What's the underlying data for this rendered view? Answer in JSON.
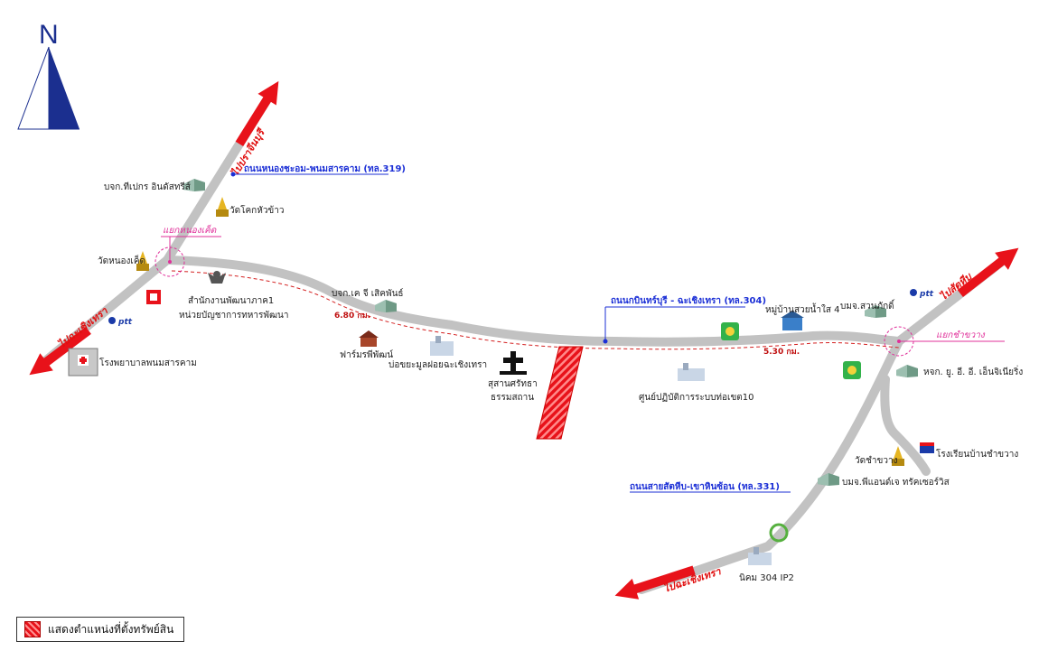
{
  "compass": {
    "letter": "N"
  },
  "roads": [
    {
      "id": "rt319",
      "name": "ถนนหนองชะอม-พนมสารคาม (ทล.319)"
    },
    {
      "id": "rt304",
      "name": "ถนนกบินทร์บุรี - ฉะเชิงเทรา (ทล.304)"
    },
    {
      "id": "rt331",
      "name": "ถนนสายสัตหีบ-เขาหินซ้อน (ทล.331)"
    }
  ],
  "directions": {
    "to_prachinburi": "ไปปราจีนบุรี",
    "to_chachoengsao_west": "ไปฉะเชิงเทรา",
    "to_sattahip": "ไปสัตหีบ",
    "to_chachoengsao_south": "ไปฉะเชิงเทรา"
  },
  "intersections": {
    "nong_ket": "แยกหนองเค็ด",
    "cha_khwang": "แยกชำขวาง"
  },
  "distances": {
    "west": "6.80 กม.",
    "east": "5.30 กม."
  },
  "ptt_label": "ptt",
  "places": {
    "tpk_industries": "บจก.ทีเปกร อินดัสทรีส์",
    "wat_khok_hua_khao": "วัดโคกหัวข้าว",
    "wat_nong_ket": "วัดหนองเค็ด",
    "office_line1": "สำนักงานพัฒนาภาค1",
    "office_line2": "หน่วยบัญชาการทหารพัฒนา",
    "hospital": "โรงพยาบาลพนมสารคาม",
    "kc_silk": "บจก.เค จี เสิคพันธ์",
    "farm": "ฟาร์มรพีพัฒน์",
    "landfill": "บ่อขยะมูลฝอยฉะเชิงเทรา",
    "cemetery_line1": "สุสานศรัทธา",
    "cemetery_line2": "ธรรมสถาน",
    "control_center": "ศูนย์ปฏิบัติการระบบท่อเขต10",
    "village": "หมู่บ้านสวยน้ำใส 4",
    "suanphak": "บมจ.สวนภักดิ์",
    "uee": "หจก. ยู. อี. อี. เอ็นจิเนียริ่ง",
    "school": "โรงเรียนบ้านชำขวาง",
    "wat_cha_khwang": "วัดชำขวาง",
    "pnj": "บมจ.พีแอนด์เจ ทรัคเซอร์วิส",
    "estate": "นิคม 304 IP2"
  },
  "legend": {
    "text": "แสดงตำแหน่งที่ตั้งทรัพย์สิน"
  },
  "colors": {
    "road": "#c2c2c2",
    "arrow": "#e8121a",
    "road_label": "#1b2fd6",
    "intersection": "#e0309a",
    "site": "#e8121a"
  }
}
